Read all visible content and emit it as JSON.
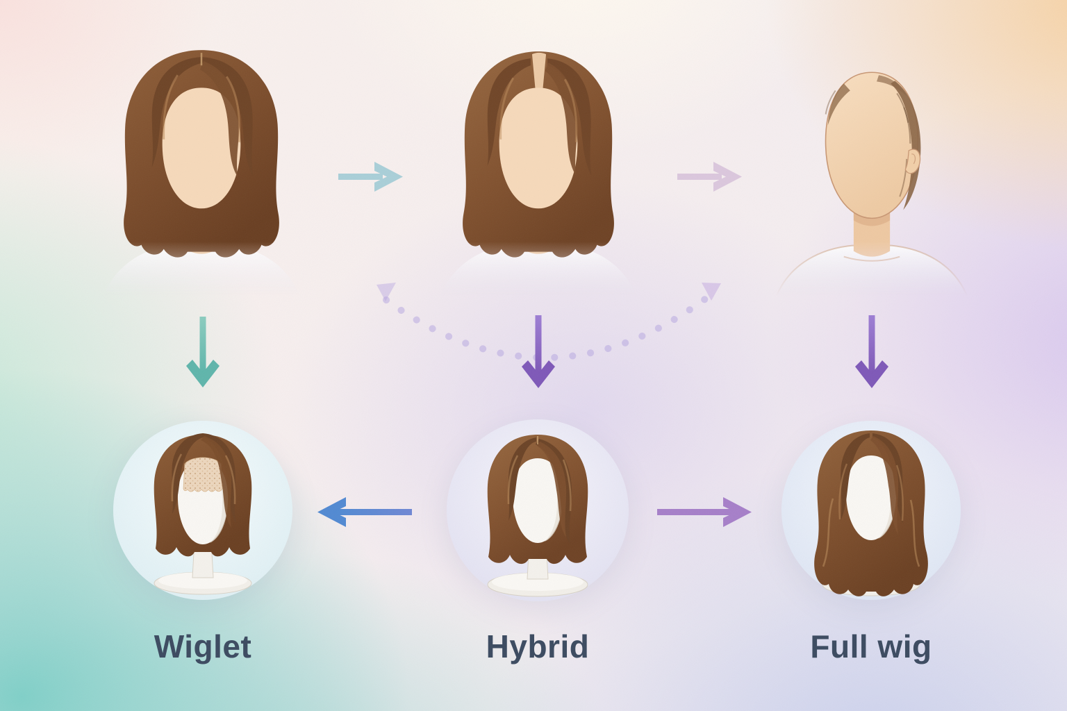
{
  "figure": {
    "kind": "illustrated-flow-diagram",
    "topic": "Hair loss stages and matching hairpiece options"
  },
  "stages": [
    {
      "icon": "woman-full-hair-illustration",
      "position": "top-left"
    },
    {
      "icon": "woman-thinning-part-illustration",
      "position": "top-center"
    },
    {
      "icon": "woman-advanced-hair-loss-illustration",
      "position": "top-right"
    }
  ],
  "options": [
    {
      "label": "Wiglet",
      "icon": "wiglet-on-stand-illustration"
    },
    {
      "label": "Hybrid",
      "icon": "hybrid-wig-on-stand-illustration"
    },
    {
      "label": "Full wig",
      "icon": "full-wig-on-stand-illustration"
    }
  ],
  "arrows": [
    {
      "name": "full-hair-to-thinning",
      "direction": "right",
      "color": "#a9cfd8"
    },
    {
      "name": "thinning-to-advanced-loss",
      "direction": "right",
      "color": "#dbc7dd"
    },
    {
      "name": "full-hair-to-wiglet",
      "direction": "down",
      "color": "#6fbfb4"
    },
    {
      "name": "thinning-to-hybrid",
      "direction": "down",
      "color": "#8a64c0"
    },
    {
      "name": "advanced-loss-to-full-wig",
      "direction": "down",
      "color": "#8a64c0"
    },
    {
      "name": "hybrid-to-wiglet",
      "direction": "left",
      "color": "#5c8ed2"
    },
    {
      "name": "hybrid-to-full-wig",
      "direction": "right",
      "color": "#a67fc9"
    },
    {
      "name": "thinning-to-advanced-dotted-arc",
      "direction": "arc-two-headed",
      "color": "#b4a3e0"
    }
  ],
  "colors": {
    "label_text": "#3b4a60",
    "hair_brown": "#7b4e2d",
    "skin": "#f5d8b8",
    "mannequin_white": "#f8f6f2",
    "circle_teal_bg": "#e3f1f5",
    "circle_lavender_bg": "#e6e5f3",
    "circle_blue_bg": "#e2e9f5"
  }
}
